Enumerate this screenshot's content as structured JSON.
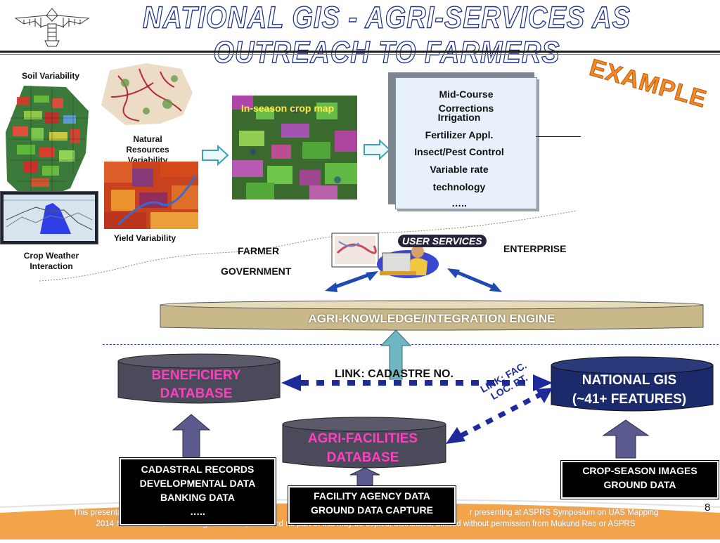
{
  "header": {
    "title": "NATIONAL GIS  - AGRI-SERVICES  AS  OUTREACH TO FARMERS",
    "example_stamp": "EXAMPLE"
  },
  "top_panel": {
    "soil_variability": "Soil Variability",
    "natural_resources": "Natural Resources Variability",
    "yield_variability": "Yield Variability",
    "crop_weather": "Crop Weather Interaction",
    "inseason_map": "In-season crop map",
    "corrections_title": "Mid-Course Corrections",
    "corrections": [
      "Irrigation",
      "Fertilizer Appl.",
      "Insect/Pest  Control",
      "Variable rate",
      "technology",
      "….."
    ]
  },
  "users": {
    "farmer": "FARMER",
    "government": "GOVERNMENT",
    "enterprise": "ENTERPRISE",
    "user_services": "USER SERVICES"
  },
  "engine": {
    "label": "AGRI-KNOWLEDGE/INTEGRATION ENGINE"
  },
  "databases": {
    "beneficiary": [
      "BENEFICIERY",
      "DATABASE"
    ],
    "national_gis": [
      "NATIONAL GIS",
      "(~41+ FEATURES)"
    ],
    "facilities": [
      "AGRI-FACILITIES",
      "DATABASE"
    ],
    "link_cadastre": "LINK: CADASTRE NO.",
    "link_facility": [
      "LINK: FAC.",
      "LOC. PT."
    ]
  },
  "inputs": {
    "cadastral": [
      "CADASTRAL RECORDS",
      "DEVELOPMENTAL DATA",
      "BANKING DATA",
      "….."
    ],
    "facility": [
      "FACILITY AGENCY DATA",
      "GROUND DATA CAPTURE"
    ],
    "crop_season": [
      "CROP-SEASON IMAGES",
      "GROUND DATA"
    ]
  },
  "footer": {
    "line1": "This presentation                                                                        Fac                                                                       r presenting at ASPRS Symposium on UAS Mapping",
    "line2": "2014 held at Reno, USA during Oct 20-22, 2014 and no part of this may be copied, distributed, utilised without permission from Mukund Rao or  ASPRS",
    "page_number": "8"
  },
  "colors": {
    "title_stroke": "#1b2f8f",
    "engine_fill": "#c8b88a",
    "cylinder_dark": "#4a4a5a",
    "cylinder_blue": "#1a2a6a",
    "magenta_text": "#ff3fbf",
    "arrow_purple": "#5a5a8e",
    "arrow_teal": "#6fb5c2",
    "link_blue": "#1f2a9a",
    "example_orange": "#f08a24",
    "footer_orange": "#f3a44a"
  }
}
